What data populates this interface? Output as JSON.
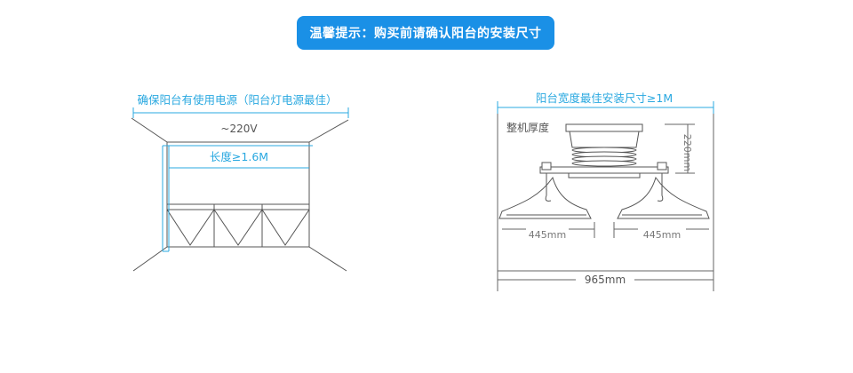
{
  "banner": {
    "text": "温馨提示：购买前请确认阳台的安装尺寸"
  },
  "left": {
    "title": "确保阳台有使用电源（阳台灯电源最佳）",
    "voltage": "~220V",
    "length": "长度≥1.6M"
  },
  "right": {
    "title": "阳台宽度最佳安装尺寸≥1M",
    "thickness": "整机厚度",
    "height": "220mm",
    "span_left": "445mm",
    "span_right": "445mm",
    "total": "965mm"
  },
  "colors": {
    "accent": "#1a90e6",
    "cyan": "#29a8e0",
    "line": "#666666"
  }
}
